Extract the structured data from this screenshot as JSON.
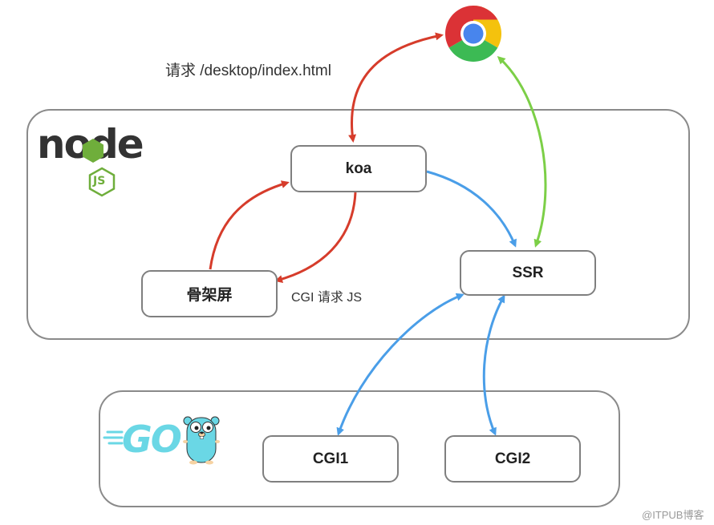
{
  "nodes": {
    "koa": "koa",
    "ssr": "SSR",
    "skeleton": "骨架屏",
    "cgi1": "CGI1",
    "cgi2": "CGI2"
  },
  "labels": {
    "request": "请求 /desktop/index.html",
    "cgi_request": "CGI 请求 JS"
  },
  "logos": {
    "node_text": "node",
    "js_text": "JS",
    "go_text": "GO"
  },
  "watermark": "@ITPUB博客",
  "icons": {
    "browser": "chrome-icon",
    "node": "nodejs-logo",
    "go": "go-gopher-logo"
  },
  "colors": {
    "red_arrow": "#d63c2b",
    "blue_arrow": "#4a9ee8",
    "green_arrow": "#7ccf47",
    "node_green": "#6fae3b",
    "go_cyan": "#6ad7e5"
  }
}
